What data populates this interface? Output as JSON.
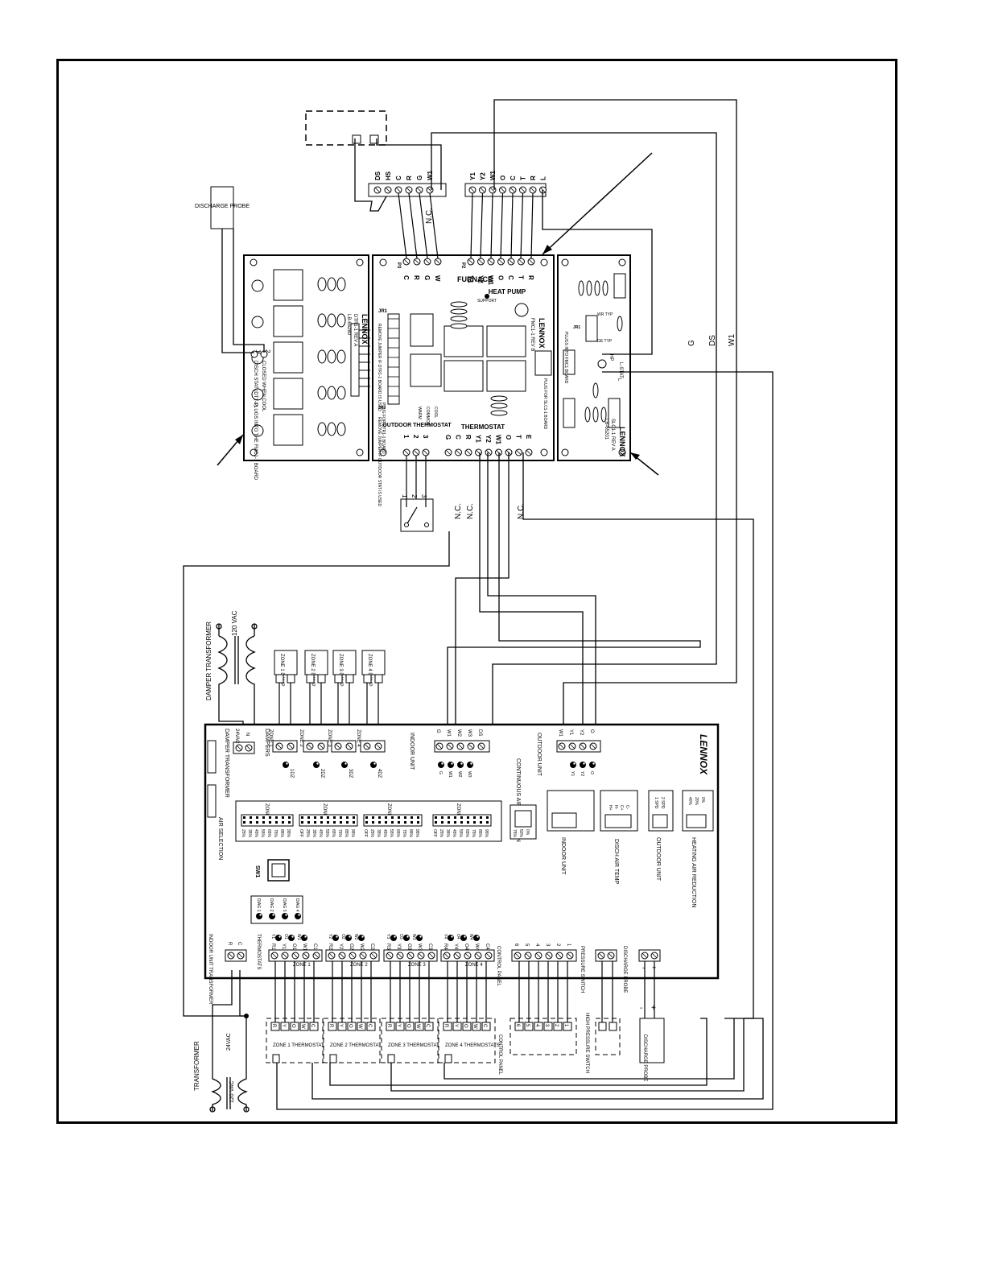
{
  "boards": {
    "dtr": {
      "brand": "LENNOX",
      "model": "DTR1-1 REV A",
      "part": "LB-65280",
      "stat_title": "DISCH STAT (DT1-1)",
      "stat_note": "CLOSED WHEN COOL",
      "plug_note": "PLUGS INTO THE FMC1-1 BOARD",
      "terminals": [
        "1",
        "2"
      ]
    },
    "fmc": {
      "brand": "LENNOX",
      "model": "FMC1-1 REV B",
      "part": "LB-65198",
      "furnace_label": "FURNACE",
      "heatpump_label": "HEAT PUMP",
      "support_label": "SUPPORT",
      "jumper_jr1": "JR1",
      "jumper_jr1_note": "REMOVE JUMPER IF DTR1-1 BOARD IS USED",
      "plug_dtr": "PLUG FOR DTR1-1 BOARD",
      "plug_slc": "PLUG FOR SLC1-1 BOARD",
      "jumper_jr2": "JR2",
      "jumper_jr2_note": "REMOVE JUMPER IF OUTDOOR STAT IS USED",
      "outdoor_thermostat": "OUTDOOR THERMOSTAT",
      "outdoor_terms": [
        "1",
        "2",
        "3"
      ],
      "legend": [
        "WARM",
        "COMMON",
        "COOL"
      ],
      "thermostat_label": "THERMOSTAT",
      "thermostat_terms": [
        "G",
        "C",
        "R",
        "Y1",
        "Y2",
        "W1",
        "O",
        "T",
        "E"
      ],
      "p3_label": "P3",
      "p3_terms": [
        "C",
        "R",
        "G",
        "W"
      ],
      "p2_label": "P2",
      "p2_terms": [
        "Y1",
        "Y2",
        "W1",
        "O",
        "C",
        "T",
        "R"
      ]
    },
    "slc": {
      "brand": "LENNOX",
      "model": "SLC1-1 REV A",
      "part": "LB-65201",
      "plug_note": "PLUGS INTO FMC1 BOARD",
      "jr_label": "JR1",
      "jr_opts": [
        "WR TYP",
        "GE TYP"
      ],
      "lstat_label": "L-STAT",
      "lstat_terms": [
        "HP",
        "L"
      ]
    }
  },
  "furnace_strip": [
    "DS",
    "HS",
    "C",
    "R",
    "G",
    "W1"
  ],
  "heatpump_strip": [
    "Y1",
    "Y2",
    "W1",
    "O",
    "C",
    "T",
    "R",
    "L"
  ],
  "discharge_probe_top": "DISCHARGE PROBE",
  "nc": "N.C.",
  "wire_labels": [
    "G",
    "DS",
    "W1"
  ],
  "damper_transformer": {
    "title": "DAMPER TRANSFORMER",
    "voltage": "120 VAC"
  },
  "transformer": {
    "title": "TRANSFORMER",
    "primary": "120 VAC",
    "secondary": "24VAC"
  },
  "dampers": [
    "ZONE 1 DAMP",
    "ZONE 2 DAMP",
    "ZONE 3 DAMP",
    "ZONE 4 DAMP"
  ],
  "main_board": {
    "brand": "LENNOX",
    "damper_transformer": "DAMPER TRANSFORMER",
    "damper_terms": [
      "24VAC",
      "N"
    ],
    "dampers_label": "DAMPERS",
    "damper_zone_terms": [
      "ZONE 1",
      "ZONE 2",
      "ZONE 3",
      "ZONE 4"
    ],
    "damper_leds": [
      "1DZ",
      "2DZ",
      "3DZ",
      "4DZ"
    ],
    "indoor_unit": "INDOOR UNIT",
    "indoor_terms": [
      "G",
      "W1",
      "W2",
      "W3",
      "DS"
    ],
    "indoor_leds": [
      "G",
      "W1",
      "W2",
      "W3"
    ],
    "outdoor_unit": "OUTDOOR UNIT",
    "outdoor_terms": [
      "W1",
      "Y1",
      "Y2",
      "O"
    ],
    "outdoor_leds": [
      "Y1",
      "Y2",
      "O"
    ],
    "air_selection": "AIR SELECTION",
    "zones": [
      "ZONE 1",
      "ZONE 2",
      "ZONE 3",
      "ZONE 4"
    ],
    "zone1_pcts": [
      "25%",
      "35%",
      "45%",
      "55%",
      "65%",
      "75%",
      "85%",
      "95%"
    ],
    "zone_pcts": [
      "OFF",
      "25%",
      "35%",
      "45%",
      "55%",
      "65%",
      "75%",
      "85%",
      "95%"
    ],
    "continuous_air": "CONTINUOUS AIR REDUCTION",
    "continuous_pcts": [
      "75%",
      "50%",
      "0%"
    ],
    "indoor_unit_jumper": "INDOOR UNIT",
    "disch_air_temp": "DISCH AIR TEMP",
    "disch_opts": [
      "H+",
      "H-",
      "C+",
      "C-"
    ],
    "outdoor_unit_jumper": "OUTDOOR UNIT",
    "outdoor_spd": [
      "1 SPD",
      "2 SPD"
    ],
    "heating_air": "HEATING AIR REDUCTION",
    "heating_pcts": [
      "40%",
      "20%",
      "0%"
    ],
    "sw1": "SW1",
    "diag": [
      "DIAG 1",
      "DIAG 2",
      "DIAG 3",
      "DIAG 4"
    ],
    "indoor_transformer": "INDOOR UNIT TRANSFORMER",
    "indoor_transformer_terms": [
      "R",
      "C"
    ],
    "thermostats_label": "THERMOSTATS",
    "zone_terms": [
      [
        "R1",
        "Y1",
        "O1",
        "W1",
        "C1"
      ],
      [
        "R2",
        "Y2",
        "O2",
        "W2",
        "C2"
      ],
      [
        "R3",
        "Y3",
        "O3",
        "W3",
        "C3"
      ],
      [
        "R4",
        "Y4",
        "O4",
        "W4",
        "C4"
      ]
    ],
    "zone_labels": [
      "ZONE 1",
      "ZONE 2",
      "ZONE 3",
      "ZONE 4"
    ],
    "zone_leds": [
      [
        "Y1",
        "O1",
        "W1"
      ],
      [
        "Y2",
        "O2",
        "W2"
      ],
      [
        "Y3",
        "O3",
        "W3"
      ],
      [
        "Y4",
        "O4",
        "W4"
      ]
    ],
    "control_panel": "CONTROL PANEL",
    "control_terms": [
      "6",
      "5",
      "4",
      "3",
      "2",
      "1"
    ],
    "pressure_switch": "PRESSURE SWITCH",
    "discharge_probe": "DISCHARGE PROBE",
    "probe_terms": [
      "-",
      "+"
    ]
  },
  "bottom": {
    "thermostats": [
      "ZONE 1 THERMOSTATS",
      "ZONE 2 THERMOSTATS",
      "ZONE 3 THERMOSTATS",
      "ZONE 4 THERMOSTATS"
    ],
    "thermo_terms": [
      "R",
      "Y",
      "O",
      "W",
      "C"
    ],
    "control_panel": "CONTROL PANEL",
    "control_terms": [
      "6",
      "5",
      "4",
      "3",
      "2",
      "1"
    ],
    "high_pressure": "HIGH PRESSURE SWITCH",
    "probe_terms": [
      "-",
      "+"
    ],
    "discharge_probe": "DISCHARGE PROBE"
  }
}
